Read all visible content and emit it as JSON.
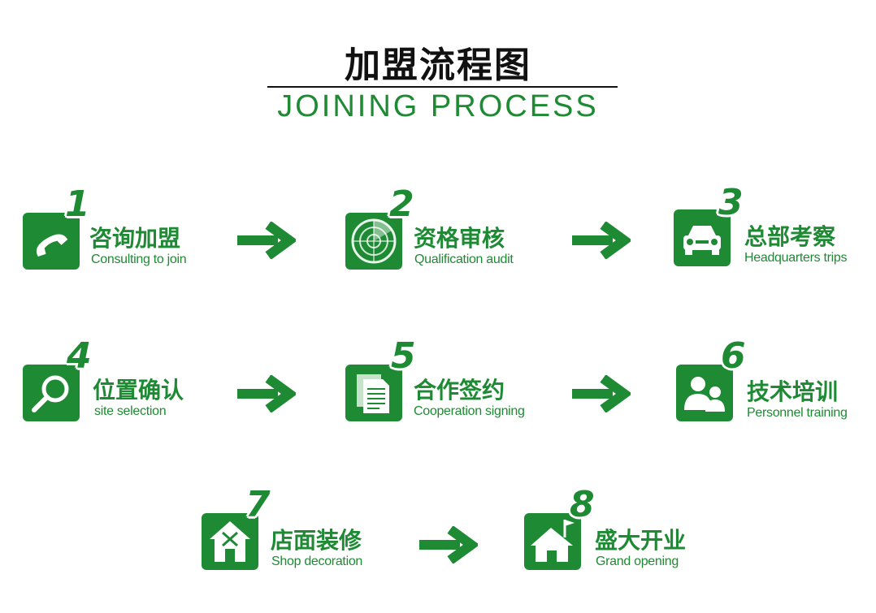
{
  "header": {
    "title_cn": "加盟流程图",
    "title_en": "JOINING PROCESS"
  },
  "colors": {
    "accent": "#1e8a33",
    "title": "#111111"
  },
  "steps": [
    {
      "number": "1",
      "label_cn": "咨询加盟",
      "label_en": "Consulting to join",
      "icon": "phone-icon"
    },
    {
      "number": "2",
      "label_cn": "资格审核",
      "label_en": "Qualification audit",
      "icon": "radar-icon"
    },
    {
      "number": "3",
      "label_cn": "总部考察",
      "label_en": "Headquarters trips",
      "icon": "car-icon"
    },
    {
      "number": "4",
      "label_cn": "位置确认",
      "label_en": "site selection",
      "icon": "magnifier-icon"
    },
    {
      "number": "5",
      "label_cn": "合作签约",
      "label_en": "Cooperation signing",
      "icon": "documents-icon"
    },
    {
      "number": "6",
      "label_cn": "技术培训",
      "label_en": "Personnel training",
      "icon": "people-icon"
    },
    {
      "number": "7",
      "label_cn": "店面装修",
      "label_en": "Shop decoration",
      "icon": "house-tools-icon"
    },
    {
      "number": "8",
      "label_cn": "盛大开业",
      "label_en": "Grand opening",
      "icon": "house-flag-icon"
    }
  ]
}
